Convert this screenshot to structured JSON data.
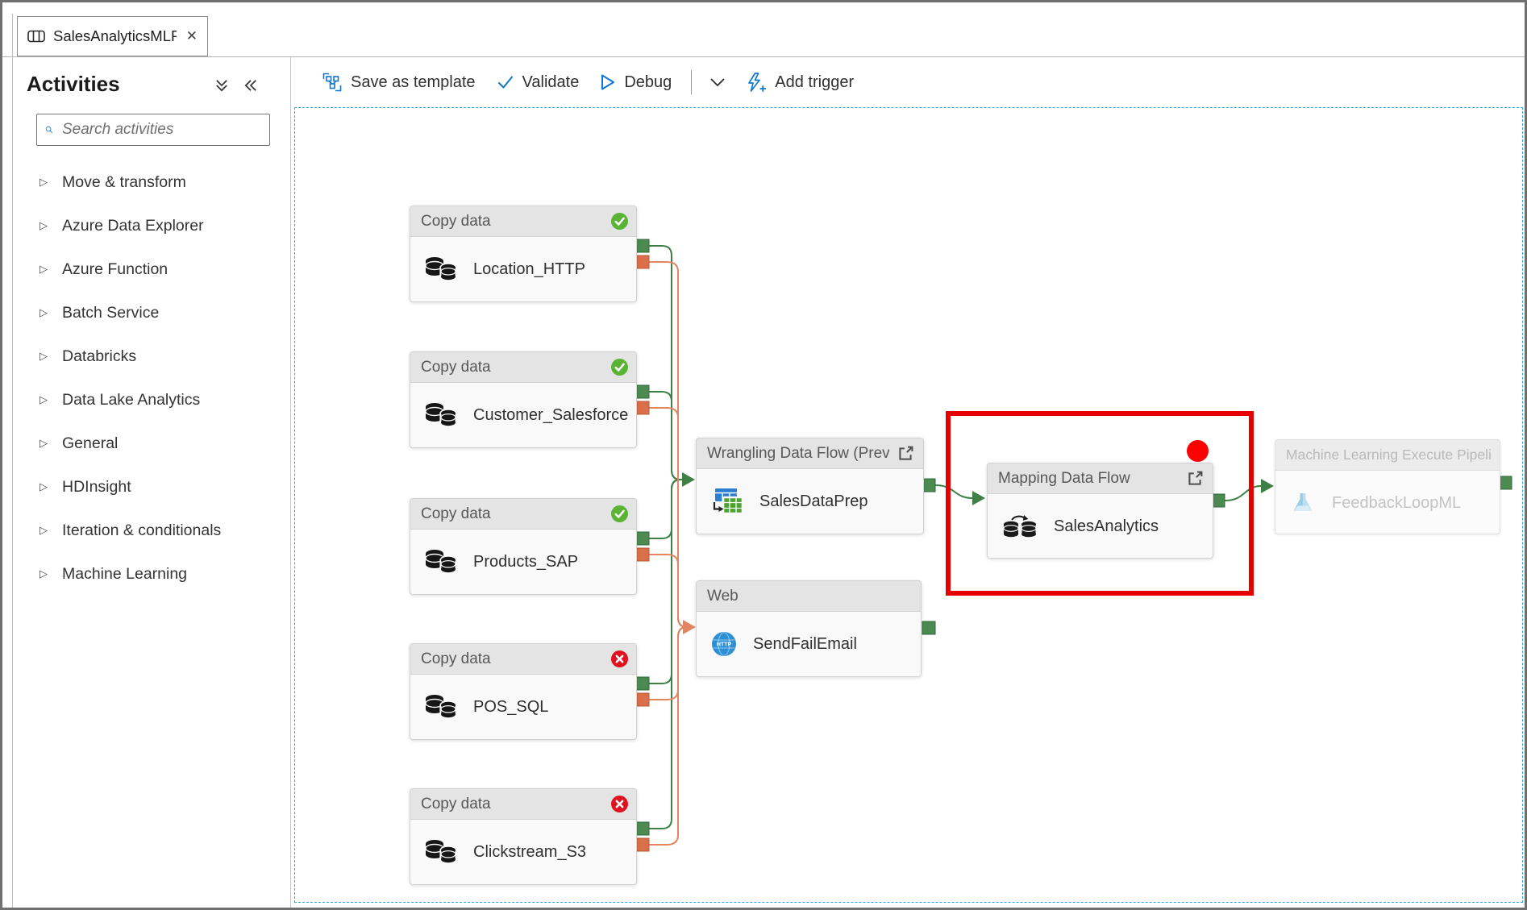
{
  "tab": {
    "title": "SalesAnalyticsMLPip...",
    "close_glyph": "✕"
  },
  "toolbar": {
    "save_as_template": "Save as template",
    "validate": "Validate",
    "debug": "Debug",
    "add_trigger": "Add trigger"
  },
  "sidebar": {
    "title": "Activities",
    "search_placeholder": "Search activities",
    "expander_glyph": "▷",
    "items": [
      "Move & transform",
      "Azure Data Explorer",
      "Azure Function",
      "Batch Service",
      "Databricks",
      "Data Lake Analytics",
      "General",
      "HDInsight",
      "Iteration & conditionals",
      "Machine Learning"
    ]
  },
  "canvas": {
    "nodes": [
      {
        "type": "Copy data",
        "name": "Location_HTTP",
        "status": "succeeded"
      },
      {
        "type": "Copy data",
        "name": "Customer_Salesforce",
        "status": "succeeded"
      },
      {
        "type": "Copy data",
        "name": "Products_SAP",
        "status": "succeeded"
      },
      {
        "type": "Copy data",
        "name": "POS_SQL",
        "status": "failed"
      },
      {
        "type": "Copy data",
        "name": "Clickstream_S3",
        "status": "failed"
      },
      {
        "type": "Wrangling Data Flow (Preview",
        "name": "SalesDataPrep",
        "status": "none"
      },
      {
        "type": "Web",
        "name": "SendFailEmail",
        "status": "none"
      },
      {
        "type": "Mapping Data Flow",
        "name": "SalesAnalytics",
        "status": "highlighted"
      },
      {
        "type": "Machine Learning Execute Pipeline",
        "name": "FeedbackLoopML",
        "status": "disabled"
      }
    ]
  },
  "colors": {
    "accent_blue": "#0f77d0",
    "success_green": "#5ab334",
    "fail_red": "#e0121f",
    "connector_green": "#3f7f46",
    "connector_orange": "#e28560",
    "highlight_red": "#e60000",
    "canvas_border_blue": "#2aa9e1"
  }
}
